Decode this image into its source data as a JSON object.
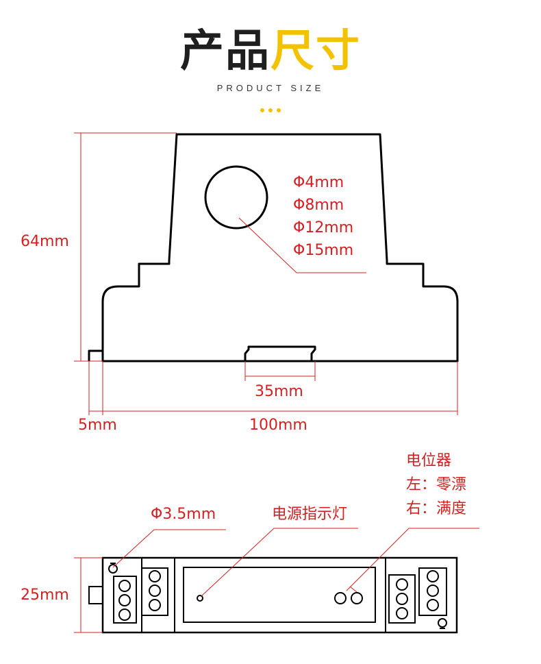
{
  "header": {
    "title_dark": "产品",
    "title_accent": "尺寸",
    "subtitle": "PRODUCT SIZE"
  },
  "colors": {
    "accent": "#f2c200",
    "dimension": "#d42020",
    "outline": "#000000"
  },
  "front_view": {
    "hole_sizes": [
      "Φ4mm",
      "Φ8mm",
      "Φ12mm",
      "Φ15mm"
    ],
    "height": "64mm",
    "rail_width": "35mm",
    "offset": "5mm",
    "width": "100mm"
  },
  "top_view": {
    "mount_hole": "Φ3.5mm",
    "power_led": "电源指示灯",
    "potentiometer_title": "电位器",
    "potentiometer_left": "左：零漂",
    "potentiometer_right": "右：满度",
    "depth": "25mm"
  }
}
